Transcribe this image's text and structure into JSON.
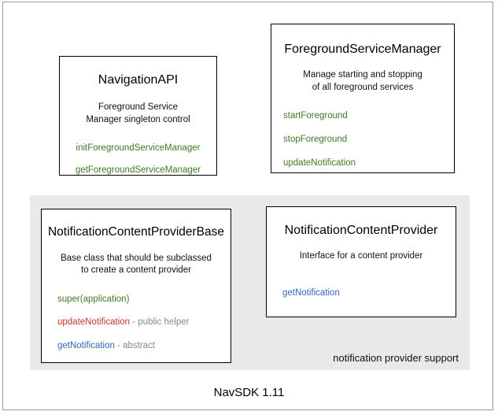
{
  "diagram": {
    "footer_caption": "NavSDK 1.11",
    "group": {
      "label": "notification provider support"
    },
    "colors": {
      "method_green": "#3d7a27",
      "method_red": "#c0392b",
      "method_blue": "#3366bb",
      "note_gray": "#888888",
      "panel_gray": "#e9e9e9",
      "box_border": "#000000",
      "frame_border": "#999999"
    },
    "boxes": {
      "navigation_api": {
        "title": "NavigationAPI",
        "desc_line1": "Foreground Service",
        "desc_line2": "Manager singleton control",
        "members": [
          {
            "name": "initForegroundServiceManager",
            "note": ""
          },
          {
            "name": "getForegroundServiceManager",
            "note": ""
          }
        ]
      },
      "foreground_service_manager": {
        "title": "ForegroundServiceManager",
        "desc_line1": "Manage starting and stopping",
        "desc_line2": "of all foreground services",
        "members": [
          {
            "name": "startForeground",
            "note": ""
          },
          {
            "name": "stopForeground",
            "note": ""
          },
          {
            "name": "updateNotification",
            "note": ""
          }
        ]
      },
      "notification_content_provider_base": {
        "title": "NotificationContentProviderBase",
        "desc_line1": "Base class that should be subclassed",
        "desc_line2": "to create a content provider",
        "members": [
          {
            "name": "super(application)",
            "note": ""
          },
          {
            "name": "updateNotification",
            "note": " - public helper"
          },
          {
            "name": "getNotification",
            "note": " - abstract"
          }
        ]
      },
      "notification_content_provider": {
        "title": "NotificationContentProvider",
        "desc_line1": "Interface for a content provider",
        "desc_line2": "",
        "members": [
          {
            "name": "getNotification",
            "note": ""
          }
        ]
      }
    }
  }
}
